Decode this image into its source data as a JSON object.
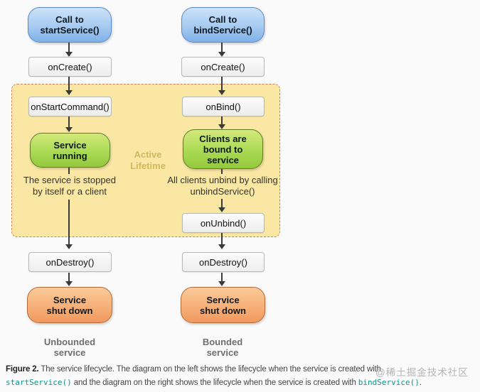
{
  "colors": {
    "blue_box_border": "#5b8ac6",
    "green_box_border": "#5d7d27",
    "orange_box_border": "#b36b35",
    "yellow_region_fill": "#fae7a4",
    "yellow_region_border": "#d07f6a",
    "code_accent": "#13948b"
  },
  "diagram": {
    "active_label": "Active\nLifetime",
    "left": {
      "call": "Call to\nstartService()",
      "on_create": "onCreate()",
      "on_start_command": "onStartCommand()",
      "state": "Service\nrunning",
      "note": "The service is stopped\nby itself or a client",
      "on_destroy": "onDestroy()",
      "shutdown": "Service\nshut down",
      "label": "Unbounded\nservice"
    },
    "right": {
      "call": "Call to\nbindService()",
      "on_create": "onCreate()",
      "on_bind": "onBind()",
      "state": "Clients are\nbound to\nservice",
      "note": "All clients unbind by calling\nunbindService()",
      "on_unbind": "onUnbind()",
      "on_destroy": "onDestroy()",
      "shutdown": "Service\nshut down",
      "label": "Bounded\nservice"
    }
  },
  "caption": {
    "figure_label": "Figure 2.",
    "line1_text": " The service lifecycle. The diagram on the left shows the lifecycle when the service is created with",
    "line2_code1": "startService()",
    "line2_text": " and the diagram on the right shows the lifecycle when the service is created with ",
    "line2_code2": "bindService()",
    "line2_end": "."
  },
  "watermark": "@稀土掘金技术社区"
}
